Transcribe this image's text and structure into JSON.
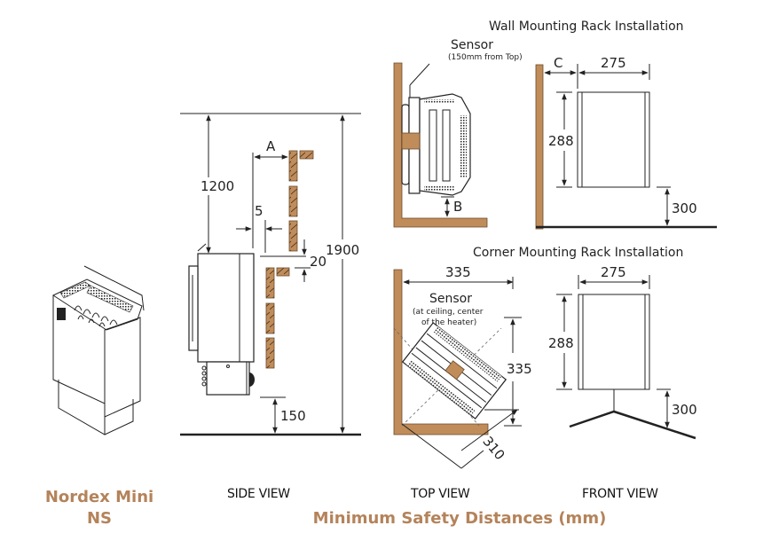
{
  "product": {
    "name_line1": "Nordex Mini",
    "name_line2": "NS"
  },
  "footer_title": "Minimum Safety Distances (mm)",
  "brand_color": "#b4835a",
  "wood_color": "#c08c5a",
  "views": {
    "side": "SIDE VIEW",
    "top": "TOP VIEW",
    "front": "FRONT VIEW"
  },
  "side_view": {
    "label_A": "A",
    "dim_1200": "1200",
    "dim_5": "5",
    "dim_20": "20",
    "dim_1900": "1900",
    "dim_150": "150"
  },
  "wall_mounting": {
    "title": "Wall Mounting Rack Installation",
    "sensor_label": "Sensor",
    "sensor_note": "(150mm from Top)",
    "label_B": "B",
    "label_C": "C",
    "width": "275",
    "height": "288",
    "floor_clearance": "300"
  },
  "corner_mounting": {
    "title": "Corner Mounting Rack Installation",
    "sensor_label": "Sensor",
    "sensor_note_line1": "(at ceiling, center",
    "sensor_note_line2": "of the heater)",
    "dim_horizontal": "335",
    "dim_vertical": "335",
    "dim_diagonal": "310",
    "width": "275",
    "height": "288",
    "floor_clearance": "300"
  }
}
